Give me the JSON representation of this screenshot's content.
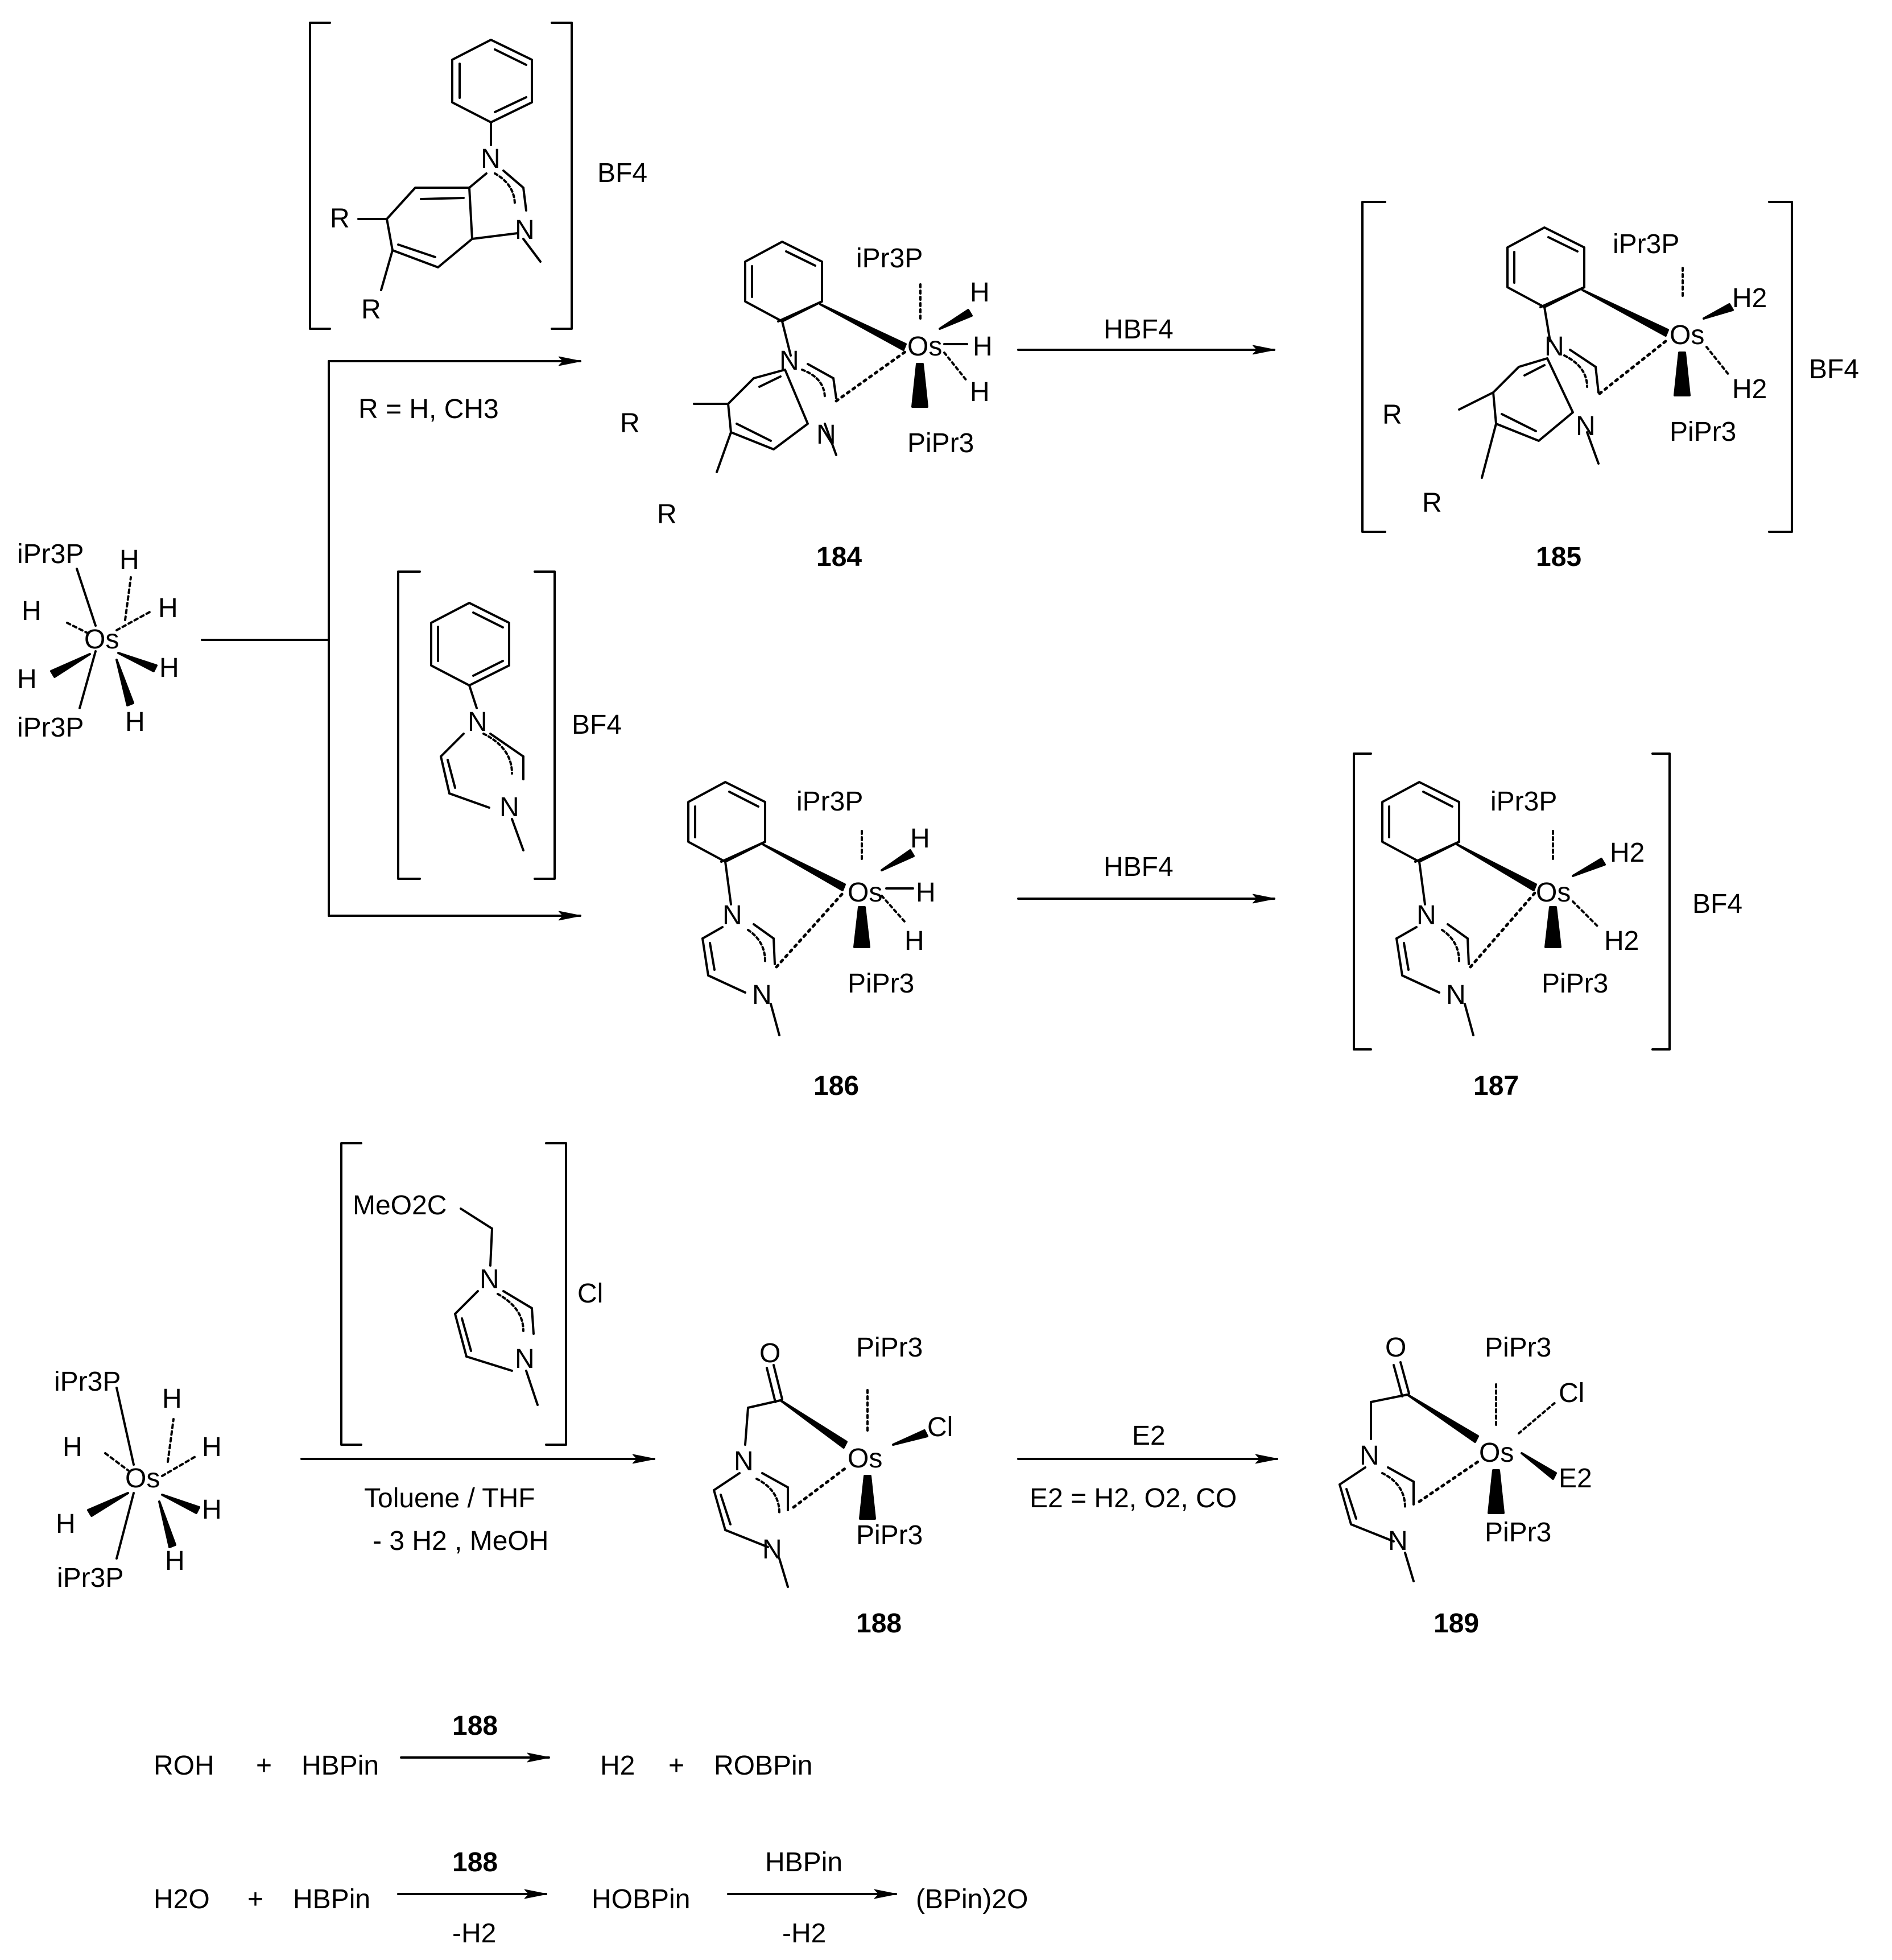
{
  "scheme": {
    "reagents": {
      "benzimidazolium_counterion": "BF4",
      "r_definition": "R = H, CH3",
      "imidazolium_counterion": "BF4",
      "acetate_imidazolium_counterion": "Cl",
      "acid_top": "HBF4",
      "acid_middle": "HBF4",
      "conditions_bottom_1": "Toluene / THF",
      "conditions_bottom_2": "- 3 H2 , MeOH",
      "gas_reagent": "E2",
      "gas_definition": "E2 = H2, O2, CO",
      "ester_group": "MeO2C"
    },
    "compounds": {
      "c184": "184",
      "c185": "185",
      "c186": "186",
      "c187": "187",
      "c188": "188",
      "c189": "189"
    },
    "labels": {
      "os": "Os",
      "phosphine_left": "iPr3P",
      "phosphine_right": "PiPr3",
      "hydride": "H",
      "dihydrogen": "H2",
      "chloride": "Cl",
      "oxygen": "O",
      "nitrogen": "N",
      "r_group": "R",
      "e2_ligand": "E2",
      "salt_185": "BF4",
      "salt_187": "BF4"
    },
    "equations": {
      "eq1_reactant_a": "ROH",
      "eq1_reactant_b": "HBPin",
      "eq1_catalyst": "188",
      "eq1_product_a": "H2",
      "eq1_product_b": "ROBPin",
      "eq2_reactant_a": "H2O",
      "eq2_reactant_b": "HBPin",
      "eq2_catalyst": "188",
      "eq2_byproduct_1": "-H2",
      "eq2_intermediate": "HOBPin",
      "eq2_reagent_2": "HBPin",
      "eq2_byproduct_2": "-H2",
      "eq2_product": "(BPin)2O",
      "plus": "+"
    }
  }
}
